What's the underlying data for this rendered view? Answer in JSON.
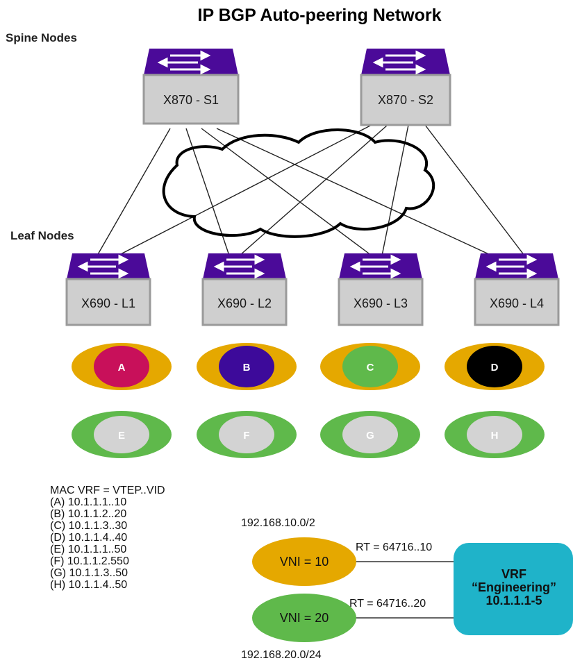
{
  "title": "IP BGP Auto-peering Network",
  "spine_label": "Spine Nodes",
  "leaf_label": "Leaf Nodes",
  "spines": [
    {
      "name": "X870 - S1"
    },
    {
      "name": "X870 - S2"
    }
  ],
  "leaves": [
    {
      "name": "X690 - L1"
    },
    {
      "name": "X690 - L2"
    },
    {
      "name": "X690 - L3"
    },
    {
      "name": "X690 - L4"
    }
  ],
  "colors": {
    "switch_top": "#4b0a99",
    "switch_body": "#cfcfcf",
    "switch_edge": "#9a9a9a",
    "gold": "#e5a800",
    "green": "#5fb94b",
    "gray_circle": "#d3d3d3",
    "vrf_box": "#1fb3c9",
    "line": "#222222"
  },
  "hosts_row1": [
    {
      "label": "A",
      "inner": "#c8105a"
    },
    {
      "label": "B",
      "inner": "#3d0a9a"
    },
    {
      "label": "C",
      "inner": "#5fb94b"
    },
    {
      "label": "D",
      "inner": "#000000"
    }
  ],
  "hosts_row2": [
    {
      "label": "E"
    },
    {
      "label": "F"
    },
    {
      "label": "G"
    },
    {
      "label": "H"
    }
  ],
  "legend": {
    "header": "MAC VRF = VTEP..VID",
    "lines": [
      "(A) 10.1.1.1..10",
      "(B) 10.1.1.2..20",
      "(C) 10.1.1.3..30",
      "(D) 10.1.1.4..40",
      "(E) 10.1.1.1..50",
      "(F) 10.1.1.2.550",
      "(G) 10.1.1.3..50",
      "(H) 10.1.1.4..50"
    ]
  },
  "vni": {
    "net_top": "192.168.10.0/2",
    "net_bottom": "192.168.20.0/24",
    "vni1": "VNI = 10",
    "vni2": "VNI = 20",
    "rt1": "RT = 64716..10",
    "rt2": "RT = 64716..20"
  },
  "vrf": {
    "line1": "VRF",
    "line2": "“Engineering”",
    "line3": "10.1.1.1-5"
  }
}
